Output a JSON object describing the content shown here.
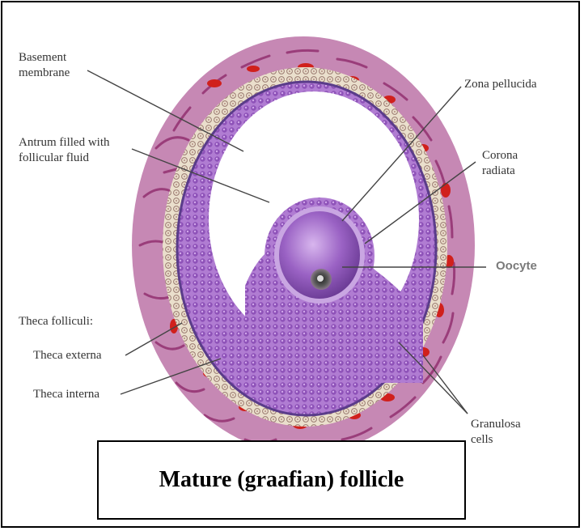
{
  "labels": {
    "basement_membrane": "Basement\nmembrane",
    "antrum": "Antrum filled with\nfollicular fluid",
    "zona_pellucida": "Zona pellucida",
    "corona_radiata": "Corona\nradiata",
    "oocyte": "Oocyte",
    "theca_folliculi": "Theca folliculi:",
    "theca_externa": "Theca externa",
    "theca_interna": "Theca interna",
    "granulosa_cells": "Granulosa\ncells"
  },
  "title": "Mature (graafian) follicle",
  "colors": {
    "theca_purple": "#a0507a",
    "theca_red": "#d0201c",
    "cream": "#e8dcc4",
    "basement_line": "#5a3c8a",
    "granulosa": "#a46ec8",
    "oocyte": "#9a62c4",
    "nucleus": "#555555"
  }
}
